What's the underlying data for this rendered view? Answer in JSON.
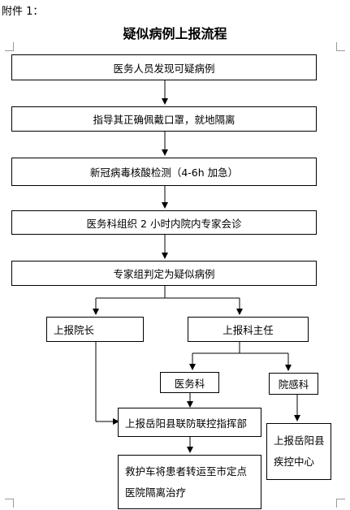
{
  "header": {
    "attachment": "附件 1：",
    "title": "疑似病例上报流程"
  },
  "flow": {
    "step1": "医务人员发现可疑病例",
    "step2": "指导其正确佩戴口罩，就地隔离",
    "step3": "新冠病毒核酸检测（4-6h 加急）",
    "step4": "医务科组织 2 小时内院内专家会诊",
    "step5": "专家组判定为疑似病例",
    "report_president": "上报院长",
    "report_section_head": "上报科主任",
    "medical_affairs": "医务科",
    "infection_control": "院感科",
    "report_joint_command": "上报岳阳县联防联控指挥部",
    "report_cdc_line1": "上报岳阳县",
    "report_cdc_line2": "疾控中心",
    "ambulance_line1": "救护车将患者转运至市定点",
    "ambulance_line2": "医院隔离治疗"
  }
}
